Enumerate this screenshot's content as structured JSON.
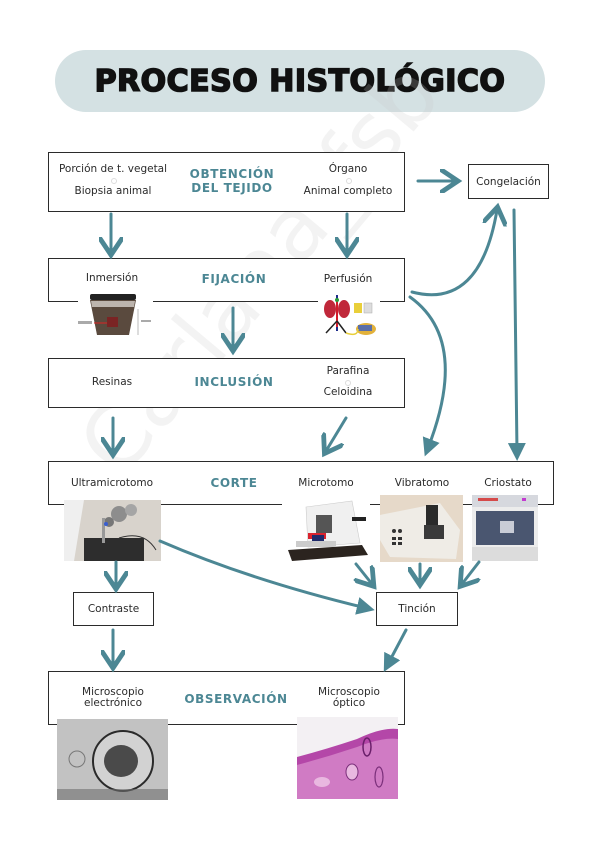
{
  "title": "PROCESO HISTOLÓGICO",
  "watermark": "Carlaaa_fsb",
  "colors": {
    "accent": "#4c8794",
    "title_bg": "#d4e1e3",
    "border": "#2b2b2b"
  },
  "stages": {
    "obtencion": {
      "label": "OBTENCIÓN DEL TEJIDO",
      "line1": "OBTENCIÓN",
      "line2": "DEL TEJIDO",
      "left_top": "Porción de t. vegetal",
      "left_bottom": "Biopsia animal",
      "right_top": "Órgano",
      "right_bottom": "Animal completo"
    },
    "fijacion": {
      "label": "FIJACIÓN",
      "left": "Inmersión",
      "right": "Perfusión"
    },
    "inclusion": {
      "label": "INCLUSIÓN",
      "left": "Resinas",
      "right_top": "Parafina",
      "right_bottom": "Celoidina"
    },
    "corte": {
      "label": "CORTE",
      "items": [
        "Ultramicrotomo",
        "Microtomo",
        "Vibratomo",
        "Criostato"
      ]
    },
    "observacion": {
      "label": "OBSERVACIÓN",
      "left_line1": "Microscopio",
      "left_line2": "electrónico",
      "right_line1": "Microscopio",
      "right_line2": "óptico"
    }
  },
  "side_boxes": {
    "congelacion": "Congelación",
    "contraste": "Contraste",
    "tincion": "Tinción"
  },
  "images": {
    "inmersion": "beaker-fixation-image",
    "perfusion": "perfusion-diagram-image",
    "ultramicrotomo": "ultramicrotome-photo",
    "microtomo": "microtome-photo",
    "vibratomo": "vibratome-photo",
    "criostato": "cryostat-photo",
    "microscopio_electronico": "electron-micrograph",
    "microscopio_optico": "light-micrograph"
  }
}
